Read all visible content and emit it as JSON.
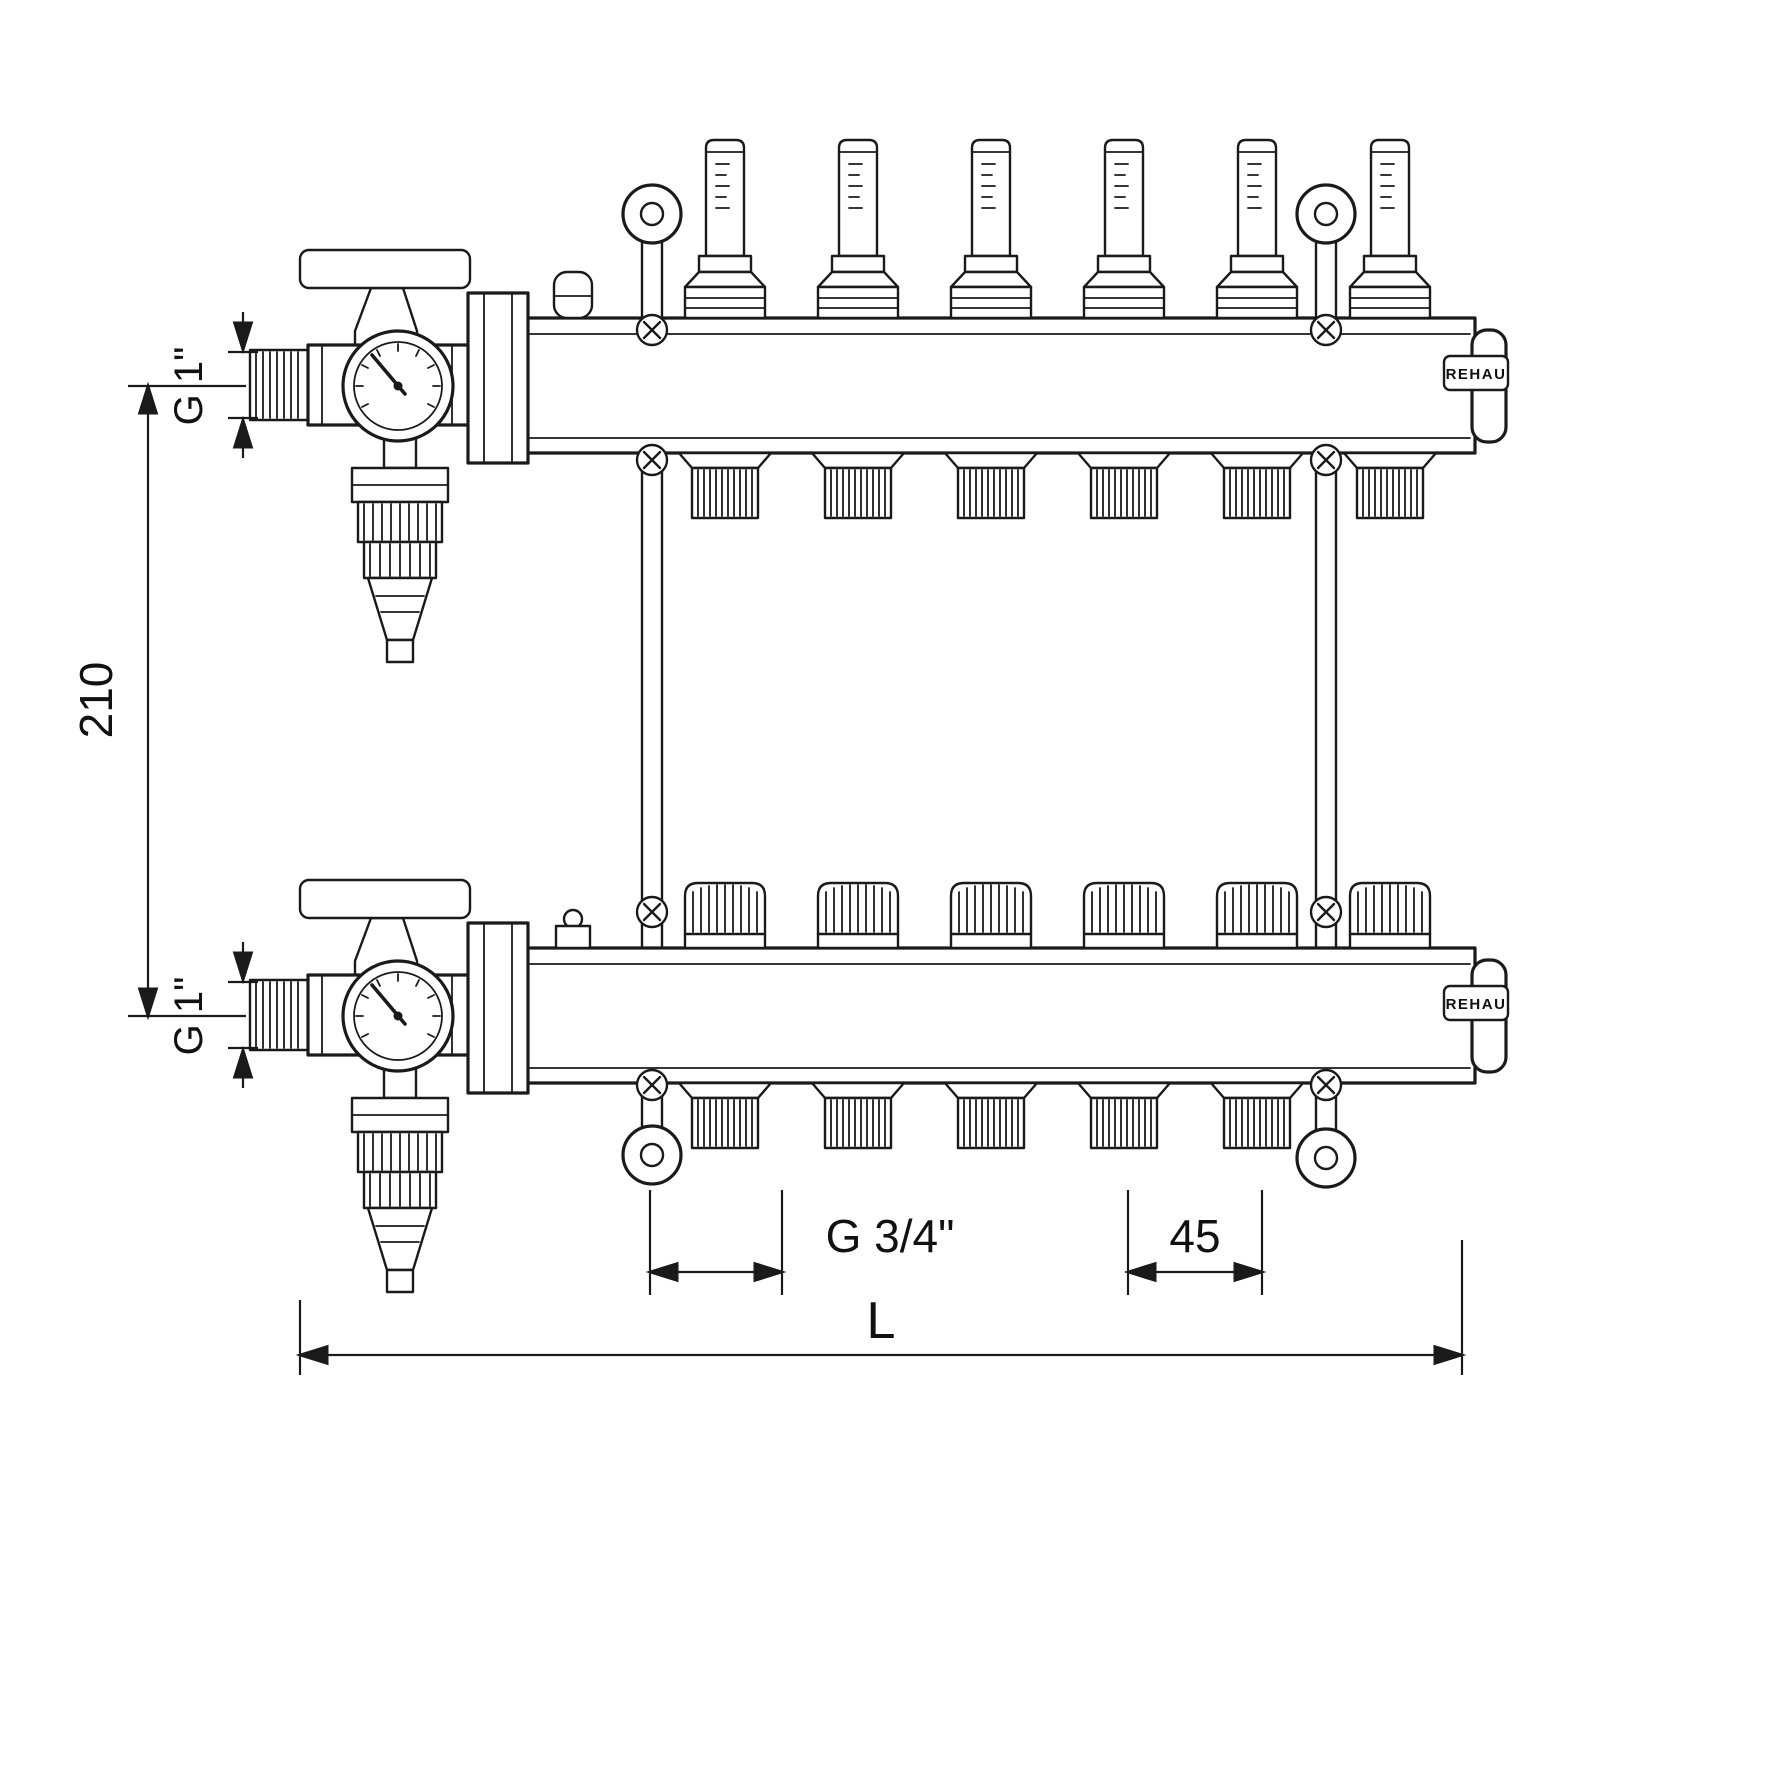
{
  "diagram": {
    "type": "technical-drawing",
    "subject": "heating circuit manifold, front view",
    "brand_label": "REHAU",
    "labels": {
      "inlet_top": "G 1\"",
      "inlet_bottom": "G 1\"",
      "center_distance": "210",
      "outlet_thread": "G 3/4\"",
      "outlet_spacing": "45",
      "overall_length": "L"
    },
    "colors": {
      "line": "#1a1a1a",
      "background": "#ffffff"
    },
    "counts": {
      "flow_meters": 6,
      "valve_caps": 6,
      "top_outlets": 6,
      "bottom_outlets": 5
    }
  }
}
